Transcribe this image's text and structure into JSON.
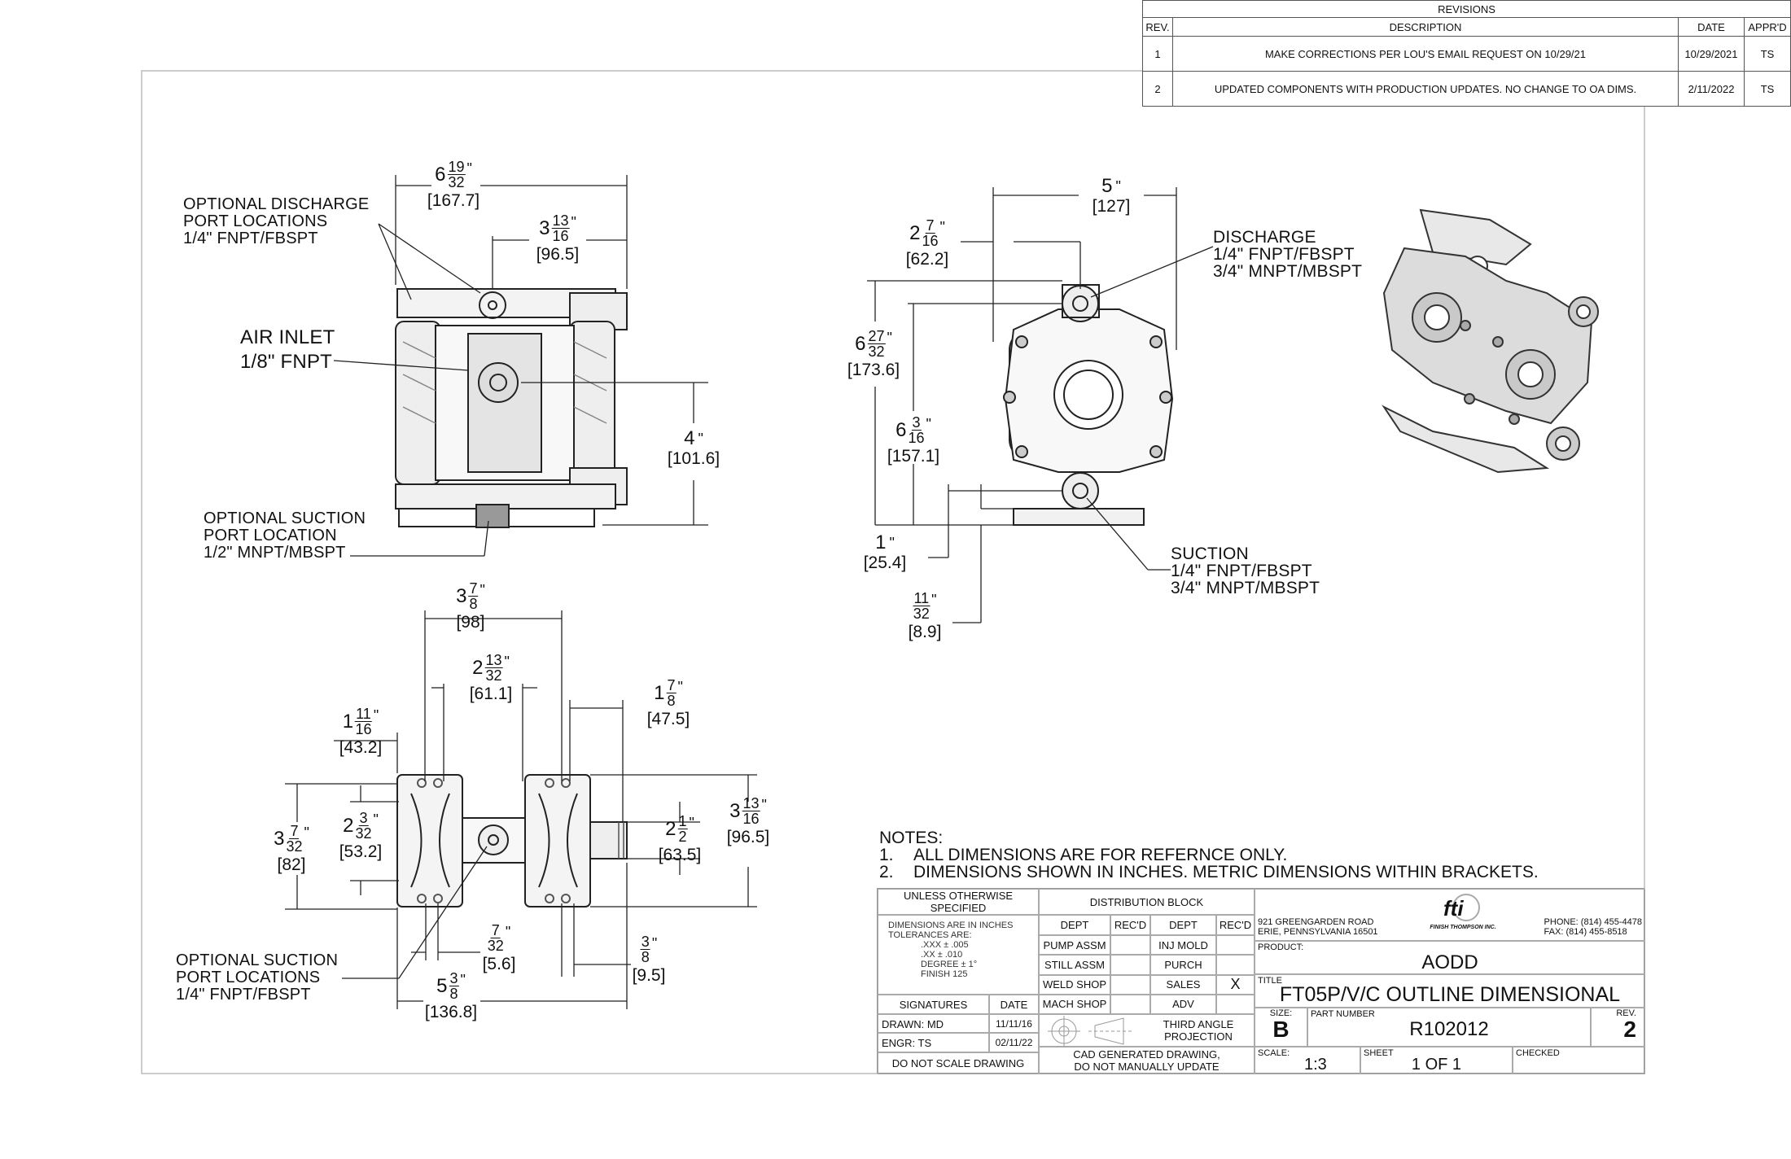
{
  "revisions": {
    "title": "REVISIONS",
    "headers": [
      "REV.",
      "DESCRIPTION",
      "DATE",
      "APPR'D"
    ],
    "rows": [
      {
        "rev": "1",
        "description": "MAKE CORRECTIONS PER LOU'S EMAIL REQUEST ON 10/29/21",
        "date": "10/29/2021",
        "appr": "TS"
      },
      {
        "rev": "2",
        "description": "UPDATED COMPONENTS WITH PRODUCTION UPDATES.  NO CHANGE TO OA DIMS.",
        "date": "2/11/2022",
        "appr": "TS"
      }
    ]
  },
  "callouts": {
    "opt_discharge": [
      "OPTIONAL DISCHARGE",
      "PORT LOCATIONS",
      "1/4\" FNPT/FBSPT"
    ],
    "air_inlet": [
      "AIR INLET",
      "1/8\" FNPT"
    ],
    "opt_suction_front": [
      "OPTIONAL SUCTION",
      "PORT LOCATION",
      "1/2\" MNPT/MBSPT"
    ],
    "discharge": [
      "DISCHARGE",
      "1/4\" FNPT/FBSPT",
      "3/4\" MNPT/MBSPT"
    ],
    "suction": [
      "SUCTION",
      "1/4\" FNPT/FBSPT",
      "3/4\" MNPT/MBSPT"
    ],
    "opt_suction_bottom": [
      "OPTIONAL SUCTION",
      "PORT LOCATIONS",
      "1/4\" FNPT/FBSPT"
    ]
  },
  "dimensions": [
    {
      "id": "front-width",
      "whole": "6",
      "num": "19",
      "den": "32",
      "metric": "[167.7]"
    },
    {
      "id": "front-port-offset",
      "whole": "3",
      "num": "13",
      "den": "16",
      "metric": "[96.5]"
    },
    {
      "id": "front-inlet-height",
      "whole": "4",
      "num": "",
      "den": "",
      "metric": "[101.6]"
    },
    {
      "id": "side-width",
      "whole": "5",
      "num": "",
      "den": "",
      "metric": "[127]"
    },
    {
      "id": "side-discharge-offset",
      "whole": "2",
      "num": "7",
      "den": "16",
      "metric": "[62.2]"
    },
    {
      "id": "side-total-height",
      "whole": "6",
      "num": "27",
      "den": "32",
      "metric": "[173.6]"
    },
    {
      "id": "side-discharge-height",
      "whole": "6",
      "num": "3",
      "den": "16",
      "metric": "[157.1]"
    },
    {
      "id": "side-suction-height",
      "whole": "1",
      "num": "",
      "den": "",
      "metric": "[25.4]"
    },
    {
      "id": "side-foot-thickness",
      "whole": "",
      "num": "11",
      "den": "32",
      "metric": "[8.9]"
    },
    {
      "id": "bottom-outer-width",
      "whole": "3",
      "num": "7",
      "den": "8",
      "metric": "[98]"
    },
    {
      "id": "bottom-inner-width",
      "whole": "2",
      "num": "13",
      "den": "32",
      "metric": "[61.1]"
    },
    {
      "id": "bottom-port-offset",
      "whole": "1",
      "num": "7",
      "den": "8",
      "metric": "[47.5]"
    },
    {
      "id": "bottom-left-offset",
      "whole": "1",
      "num": "11",
      "den": "16",
      "metric": "[43.2]"
    },
    {
      "id": "bottom-depth",
      "whole": "3",
      "num": "7",
      "den": "32",
      "metric": "[82]"
    },
    {
      "id": "bottom-slot-spacing",
      "whole": "2",
      "num": "3",
      "den": "32",
      "metric": "[53.2]"
    },
    {
      "id": "bottom-port-spacing",
      "whole": "2",
      "num": "1",
      "den": "2",
      "metric": "[63.5]"
    },
    {
      "id": "bottom-overall-depth",
      "whole": "3",
      "num": "13",
      "den": "16",
      "metric": "[96.5]"
    },
    {
      "id": "bottom-slot-width",
      "whole": "",
      "num": "7",
      "den": "32",
      "metric": "[5.6]"
    },
    {
      "id": "bottom-slot-width-right",
      "whole": "",
      "num": "3",
      "den": "8",
      "metric": "[9.5]"
    },
    {
      "id": "bottom-overall-width",
      "whole": "5",
      "num": "3",
      "den": "8",
      "metric": "[136.8]"
    }
  ],
  "notes": {
    "heading": "NOTES:",
    "items": [
      {
        "num": "1.",
        "text": "ALL DIMENSIONS ARE FOR REFERNCE ONLY."
      },
      {
        "num": "2.",
        "text": "DIMENSIONS SHOWN IN INCHES.  METRIC DIMENSIONS WITHIN BRACKETS."
      }
    ]
  },
  "title_block": {
    "unless": "UNLESS OTHERWISE SPECIFIED",
    "tolerances": [
      "DIMENSIONS ARE IN INCHES",
      "TOLERANCES ARE:",
      ".XXX  ± .005",
      ".XX   ± .010",
      "DEGREE  ± 1°",
      "FINISH   125"
    ],
    "signatures": "SIGNATURES",
    "date": "DATE",
    "drawn": "DRAWN:  MD",
    "drawn_date": "11/11/16",
    "engr": "ENGR:  TS",
    "engr_date": "02/11/22",
    "do_not_scale": "DO NOT SCALE DRAWING",
    "distribution": "DISTRIBUTION BLOCK",
    "dept": "DEPT",
    "recd": "REC'D",
    "depts_left": [
      "PUMP ASSM",
      "STILL ASSM",
      "WELD SHOP",
      "MACH SHOP"
    ],
    "depts_right": [
      "INJ MOLD",
      "PURCH",
      "SALES",
      "ADV"
    ],
    "recd_right": [
      "",
      "",
      "X",
      ""
    ],
    "projection": [
      "THIRD ANGLE",
      "PROJECTION"
    ],
    "cad": [
      "CAD GENERATED DRAWING,",
      "DO NOT MANUALLY UPDATE"
    ],
    "address": [
      "921 GREENGARDEN ROAD",
      "ERIE, PENNSYLVANIA 16501"
    ],
    "logo_text": "fti",
    "company": "FINISH THOMPSON INC.",
    "phone": "PHONE: (814) 455-4478",
    "fax": "FAX: (814) 455-8518",
    "product_label": "PRODUCT:",
    "product": "AODD",
    "title_label": "TITLE",
    "title": "FT05P/V/C OUTLINE DIMENSIONAL",
    "size_label": "SIZE:",
    "size": "B",
    "part_label": "PART NUMBER",
    "part": "R102012",
    "rev_label": "REV.",
    "rev": "2",
    "scale_label": "SCALE:",
    "scale": "1:3",
    "sheet_label": "SHEET",
    "sheet": "1 OF 1",
    "checked_label": "CHECKED"
  }
}
